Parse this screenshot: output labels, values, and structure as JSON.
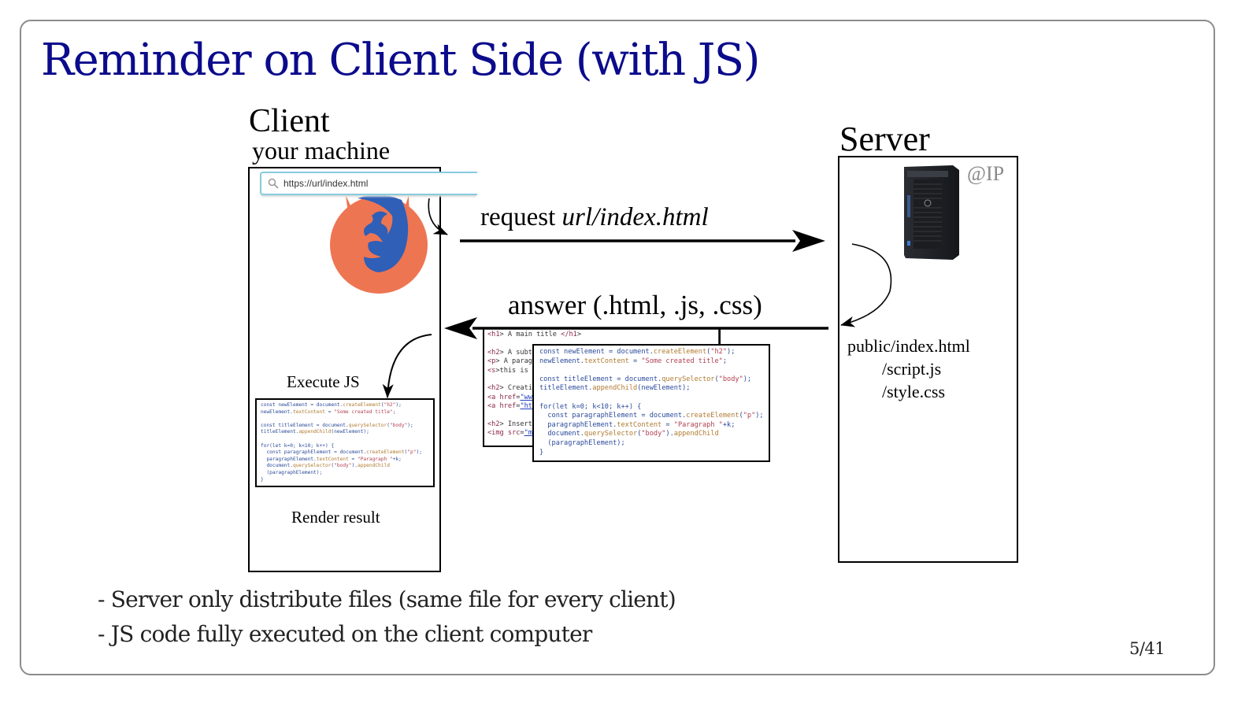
{
  "slide": {
    "title": "Reminder on Client Side (with JS)",
    "page_number": "5/41",
    "title_color": "#0b0b8c"
  },
  "client": {
    "title": "Client",
    "subtitle": "your machine",
    "browser_icon": "firefox-logo",
    "url_bar": {
      "icon": "search-icon",
      "value": "https://url/index.html"
    },
    "execute_label": "Execute JS",
    "render_label": "Render result"
  },
  "server": {
    "title": "Server",
    "image": "server-tower-icon",
    "ip_label": "@IP",
    "files": [
      "public/index.html",
      "        /script.js",
      "        /style.css"
    ]
  },
  "arrows": {
    "request_prefix": "request ",
    "request_url": "url/index.html",
    "answer": "answer (.html, .js, .css)"
  },
  "code": {
    "html_lines": [
      "<h1> A main title </h1>",
      "",
      "<h2> A subt",
      "<p> A parag",
      "<s>this is ",
      "",
      "<h2> Creati",
      "<a href=\"ww",
      "<a href=\"ht",
      "",
      "<h2> Insert",
      "<img src=\"m"
    ],
    "js_lines": [
      "const newElement = document.createElement(\"h2\");",
      "newElement.textContent = \"Some created title\";",
      "",
      "const titleElement = document.querySelector(\"body\");",
      "titleElement.appendChild(newElement);",
      "",
      "for(let k=0; k<10; k++) {",
      "  const paragraphElement = document.createElement(\"p\");",
      "  paragraphElement.textContent = \"Paragraph \"+k;",
      "  document.querySelector(\"body\").appendChild",
      "  (paragraphElement);",
      "}"
    ]
  },
  "bullets": [
    "- Server only distribute files (same file for every client)",
    "- JS code fully executed on the client computer"
  ]
}
